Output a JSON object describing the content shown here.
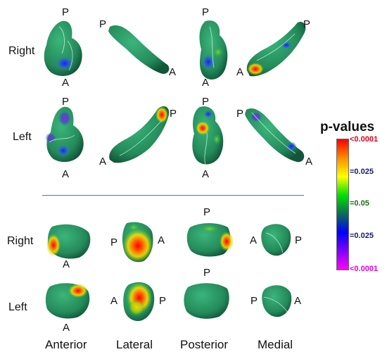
{
  "row_labels": {
    "top_right": "Right",
    "top_left": "Left",
    "bottom_right": "Right",
    "bottom_left": "Left"
  },
  "column_labels": [
    "Anterior",
    "Lateral",
    "Posterior",
    "Medial"
  ],
  "direction_labels": {
    "p": "P",
    "a": "A"
  },
  "legend": {
    "title": "p-values",
    "ticks": [
      {
        "text": "<0.0001",
        "color": "#e0001b"
      },
      {
        "text": "=0.025",
        "color": "#1a1a6e"
      },
      {
        "text": "=0.05",
        "color": "#1a6e1a"
      },
      {
        "text": "=0.025",
        "color": "#1a1a6e"
      },
      {
        "text": "<0.0001",
        "color": "#e000e0"
      }
    ],
    "gradient_colors": [
      "#ff0000",
      "#ff8c00",
      "#ffff00",
      "#00e000",
      "#0a6e55",
      "#0000ff",
      "#8000ff",
      "#ff00ff"
    ]
  },
  "colors": {
    "structure_base": "#2e9e6a",
    "divider": "#3c7dbb"
  }
}
